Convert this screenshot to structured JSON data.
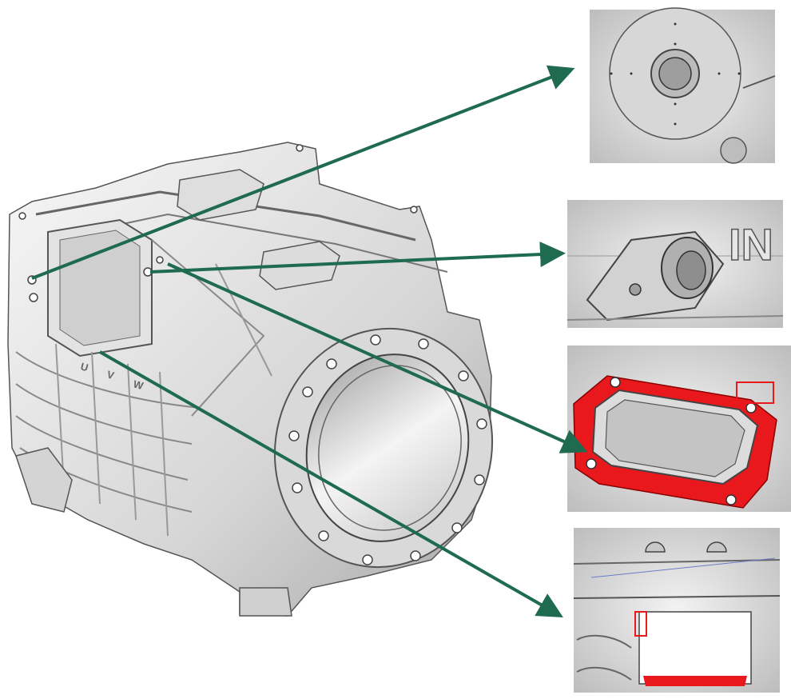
{
  "colors": {
    "arrow": "#1e6b4f",
    "highlight": "#e8181c",
    "metal_light": "#f2f2f2",
    "metal_mid": "#c9c9c9",
    "metal_dark": "#7a7a7a"
  },
  "main": {
    "part_icon": "motor-housing-casting-icon",
    "embossed_letters": [
      "U",
      "V",
      "W"
    ]
  },
  "detail_views": [
    {
      "name": "boss-with-center-hole",
      "embossed_text": ""
    },
    {
      "name": "lug-with-hole",
      "embossed_text": "IN"
    },
    {
      "name": "sealing-flange-highlighted",
      "embossed_text": ""
    },
    {
      "name": "slot-section-highlighted",
      "embossed_text": ""
    }
  ]
}
